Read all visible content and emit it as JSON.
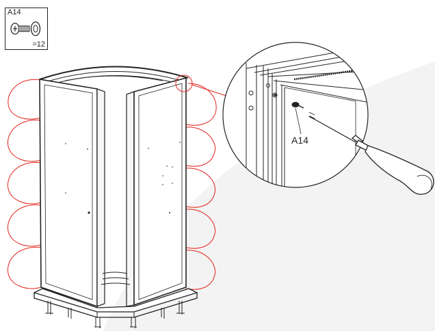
{
  "parts": {
    "code": "A14",
    "quantity": "=12",
    "icon": "screw-and-washer-icon"
  },
  "detail": {
    "label": "A14",
    "tool_icon": "screwdriver-icon"
  },
  "colors": {
    "line": "#222222",
    "highlight": "#e2231a",
    "shade": "#f2f2f2"
  }
}
